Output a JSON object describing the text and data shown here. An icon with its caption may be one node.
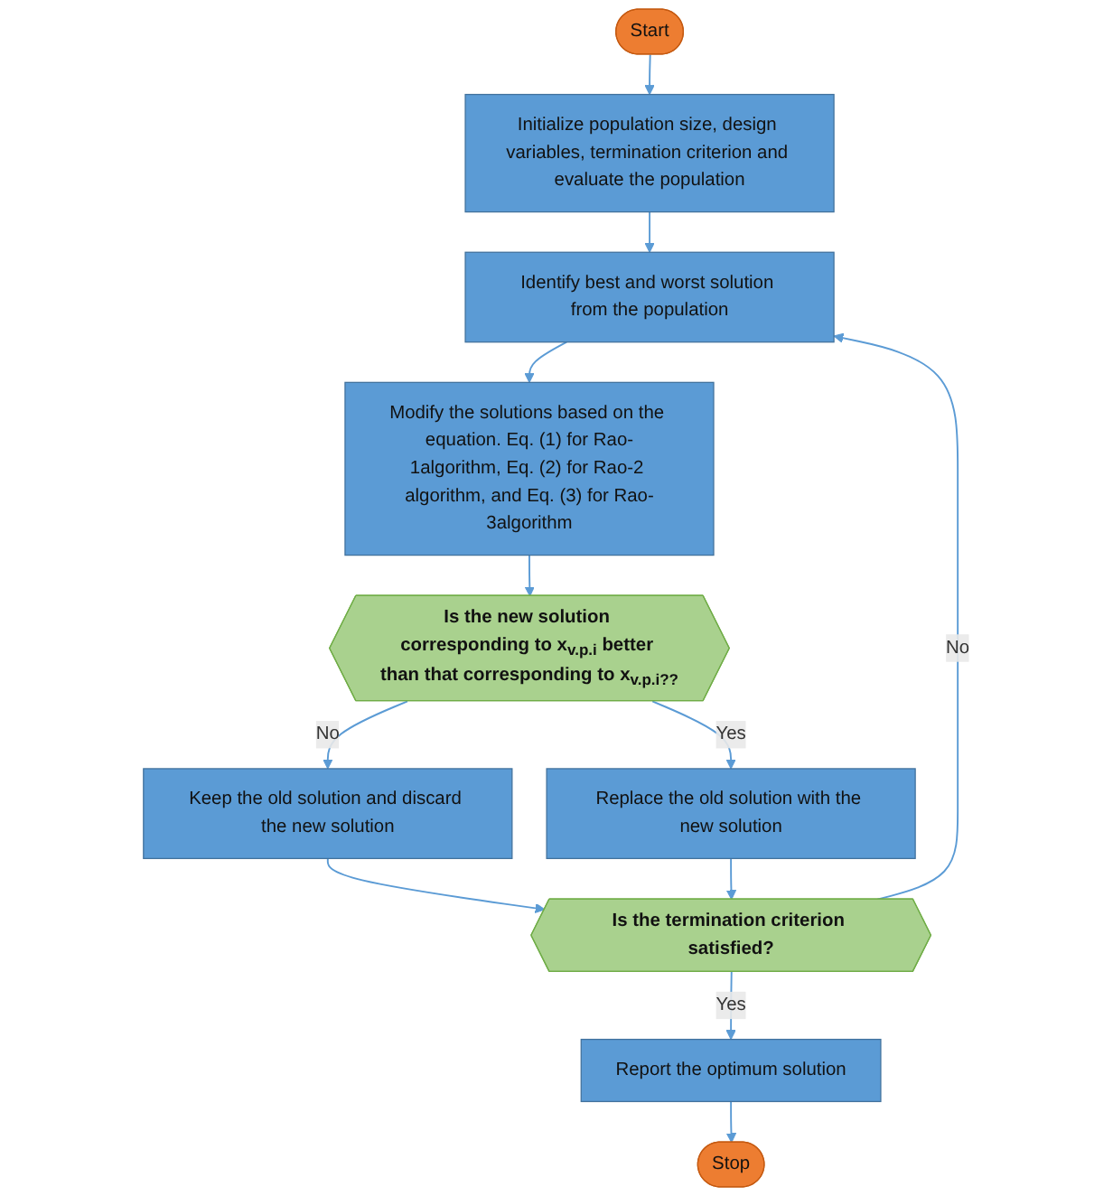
{
  "diagram": {
    "nodes": [
      {
        "text": [
          "Start"
        ]
      },
      {
        "text": [
          "Initialize population size, design variables, termination criterion and evaluate the population"
        ]
      },
      {
        "text": [
          "Identify best and worst solution from the population"
        ]
      },
      {
        "text": [
          "Modify the solutions based on the equation. Eq. (1) for Rao-1algorithm, Eq. (2) for Rao-2 algorithm, and Eq. (3) for Rao-3algorithm"
        ]
      },
      {
        "text": [
          "Is the new solution corresponding to x$_{v.p.i}$ better than that corresponding to x$_{v.p.i??}$"
        ]
      },
      {
        "text": [
          "Keep the old solution and discard the new solution"
        ]
      },
      {
        "text": [
          "Replace the old solution with the new solution"
        ]
      },
      {
        "text": [
          "Is the termination criterion satisfied?"
        ]
      },
      {
        "text": [
          "Report the optimum solution"
        ]
      },
      {
        "text": [
          "Stop"
        ]
      }
    ],
    "edges": [
      {
        "from": 0,
        "to": 1,
        "arrow": "to"
      },
      {
        "from": 1,
        "to": 2,
        "arrow": "to"
      },
      {
        "from": 2,
        "to": 3,
        "arrow": "to"
      },
      {
        "from": 3,
        "to": 4,
        "arrow": "to"
      },
      {
        "from": 4,
        "to": 5,
        "arrow": "to",
        "label": "No"
      },
      {
        "from": 4,
        "to": 6,
        "arrow": "to",
        "label": "Yes"
      },
      {
        "from": 5,
        "to": 7,
        "arrow": "to"
      },
      {
        "from": 6,
        "to": 7,
        "arrow": "to"
      },
      {
        "from": 7,
        "to": 8,
        "arrow": "to",
        "label": "Yes"
      },
      {
        "from": 7,
        "to": 2,
        "arrow": "to",
        "label": "No"
      },
      {
        "from": 8,
        "to": 9,
        "arrow": "to"
      }
    ]
  }
}
